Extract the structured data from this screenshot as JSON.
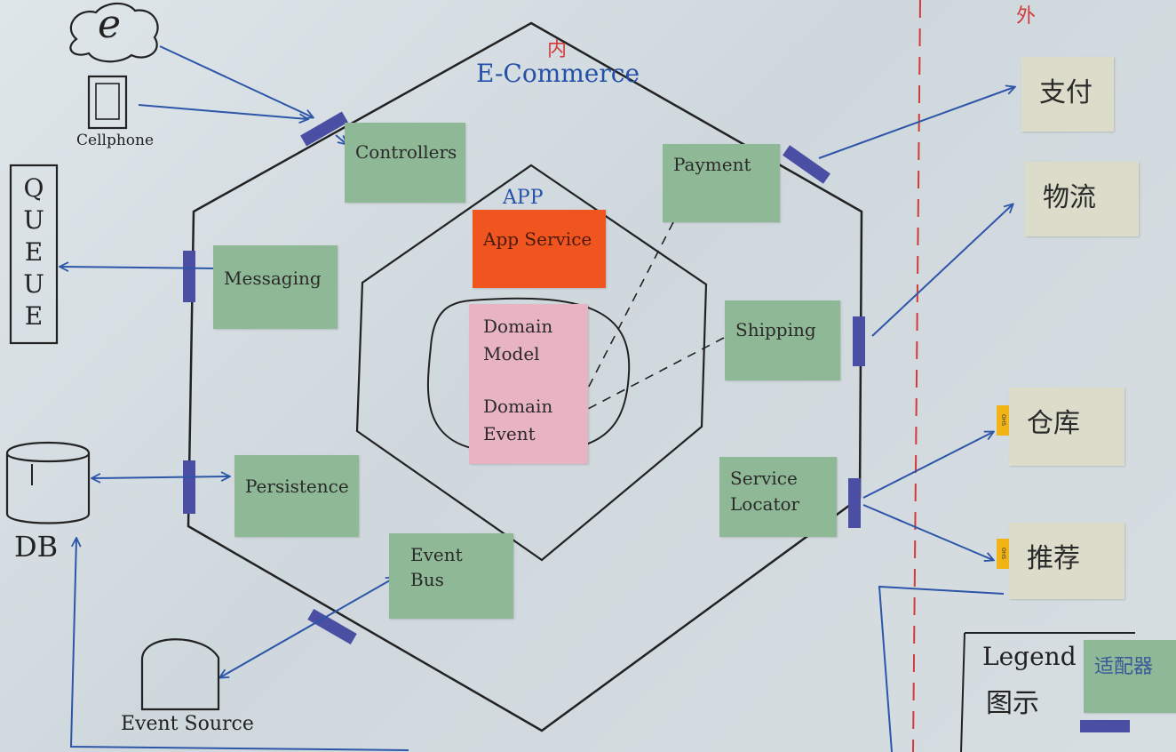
{
  "titles": {
    "system": "E-Commerce",
    "inside_mark": "内",
    "outside_mark": "外",
    "app": "APP"
  },
  "notes": {
    "controllers": "Controllers",
    "messaging": "Messaging",
    "persistence": "Persistence",
    "event_bus": "Event\nBus",
    "payment": "Payment",
    "shipping": "Shipping",
    "service_locator": "Service\nLocator",
    "app_service": "App Service",
    "domain_model": "Domain\nModel",
    "domain_event": "Domain\nEvent"
  },
  "external": {
    "pay": "支付",
    "logistics": "物流",
    "warehouse": "仓库",
    "recommend": "推荐"
  },
  "actors": {
    "cellphone": "Cellphone",
    "queue": "QUEUE",
    "db": "DB",
    "event_source": "Event Source",
    "browser_glyph": "e"
  },
  "badges": {
    "ohs1": "OHS",
    "ohs2": "OHS"
  },
  "legend": {
    "title_en": "Legend",
    "title_cn": "图示",
    "adapter": "适配器"
  },
  "colors": {
    "ink": "#222222",
    "arrow_blue": "#2d55a8",
    "adapter_purple": "#4b4fa3",
    "note_green": "#8fb996",
    "note_pink": "#e8b3c2",
    "note_orange": "#f0541f",
    "note_beige": "#dcdccb",
    "boundary_red": "#d23a3a"
  }
}
